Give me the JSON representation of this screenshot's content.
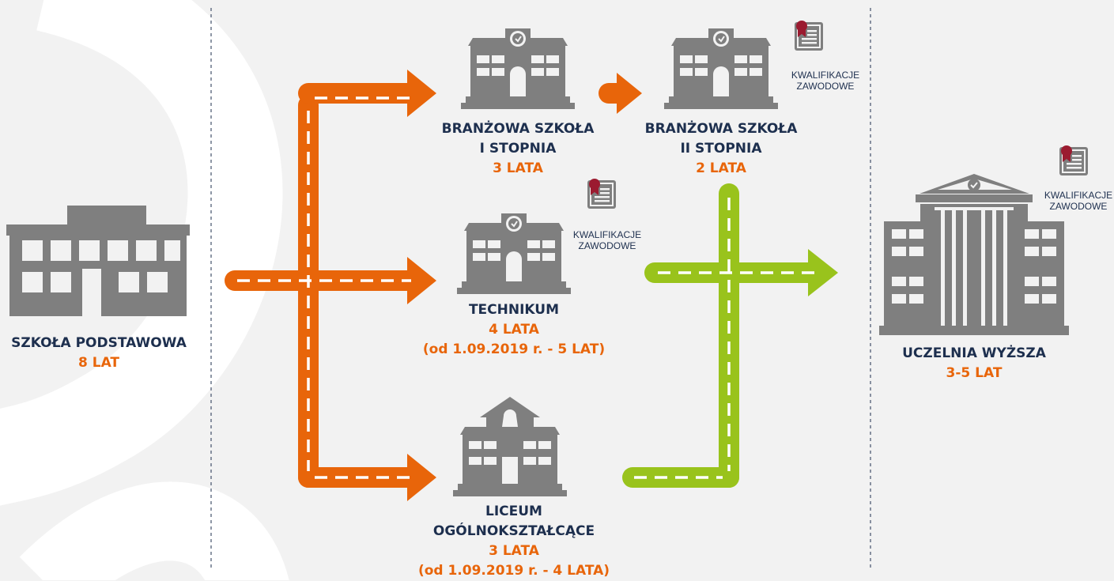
{
  "colors": {
    "orange": "#e8650a",
    "green": "#99c31c",
    "navy": "#1d2f4e",
    "building_gray": "#7f7f7f",
    "certificate_red": "#9b1b30"
  },
  "schools": {
    "primary": {
      "name": "SZKOŁA PODSTAWOWA",
      "years": "8 LAT"
    },
    "branzowa1": {
      "name_line1": "BRANŻOWA SZKOŁA",
      "name_line2": "I STOPNIA",
      "years": "3 LATA"
    },
    "branzowa2": {
      "name_line1": "BRANŻOWA SZKOŁA",
      "name_line2": "II STOPNIA",
      "years": "2 LATA"
    },
    "technikum": {
      "name": "TECHNIKUM",
      "years": "4 LATA",
      "note": "(od 1.09.2019 r. - 5 LAT)"
    },
    "liceum": {
      "name_line1": "LICEUM",
      "name_line2": "OGÓLNOKSZTAŁCĄCE",
      "years": "3 LATA",
      "note": "(od 1.09.2019 r. - 4 LATA)"
    },
    "uczelnia": {
      "name": "UCZELNIA WYŻSZA",
      "years": "3-5 LAT"
    }
  },
  "qualification": {
    "line1": "KWALIFIKACJE",
    "line2": "ZAWODOWE"
  }
}
